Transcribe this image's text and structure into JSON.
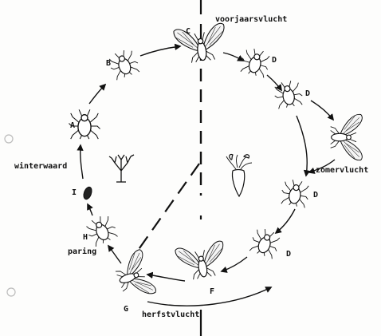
{
  "labels": {
    "spring_flight": "voorjaarsvlucht",
    "summer_flight": "zomervlucht",
    "autumn_flight": "herfstvlucht",
    "winter_host": "winterwaard",
    "mating": "paring"
  },
  "stages": {
    "a": "A",
    "b": "B",
    "c": "C",
    "d1": "D",
    "d2": "D",
    "d3": "D",
    "d4": "D",
    "f": "F",
    "g": "G",
    "h": "H",
    "i": "I"
  },
  "icons": [
    "aphid-icon",
    "winged-aphid-icon",
    "egg-icon",
    "shrub-icon",
    "beet-icon"
  ]
}
